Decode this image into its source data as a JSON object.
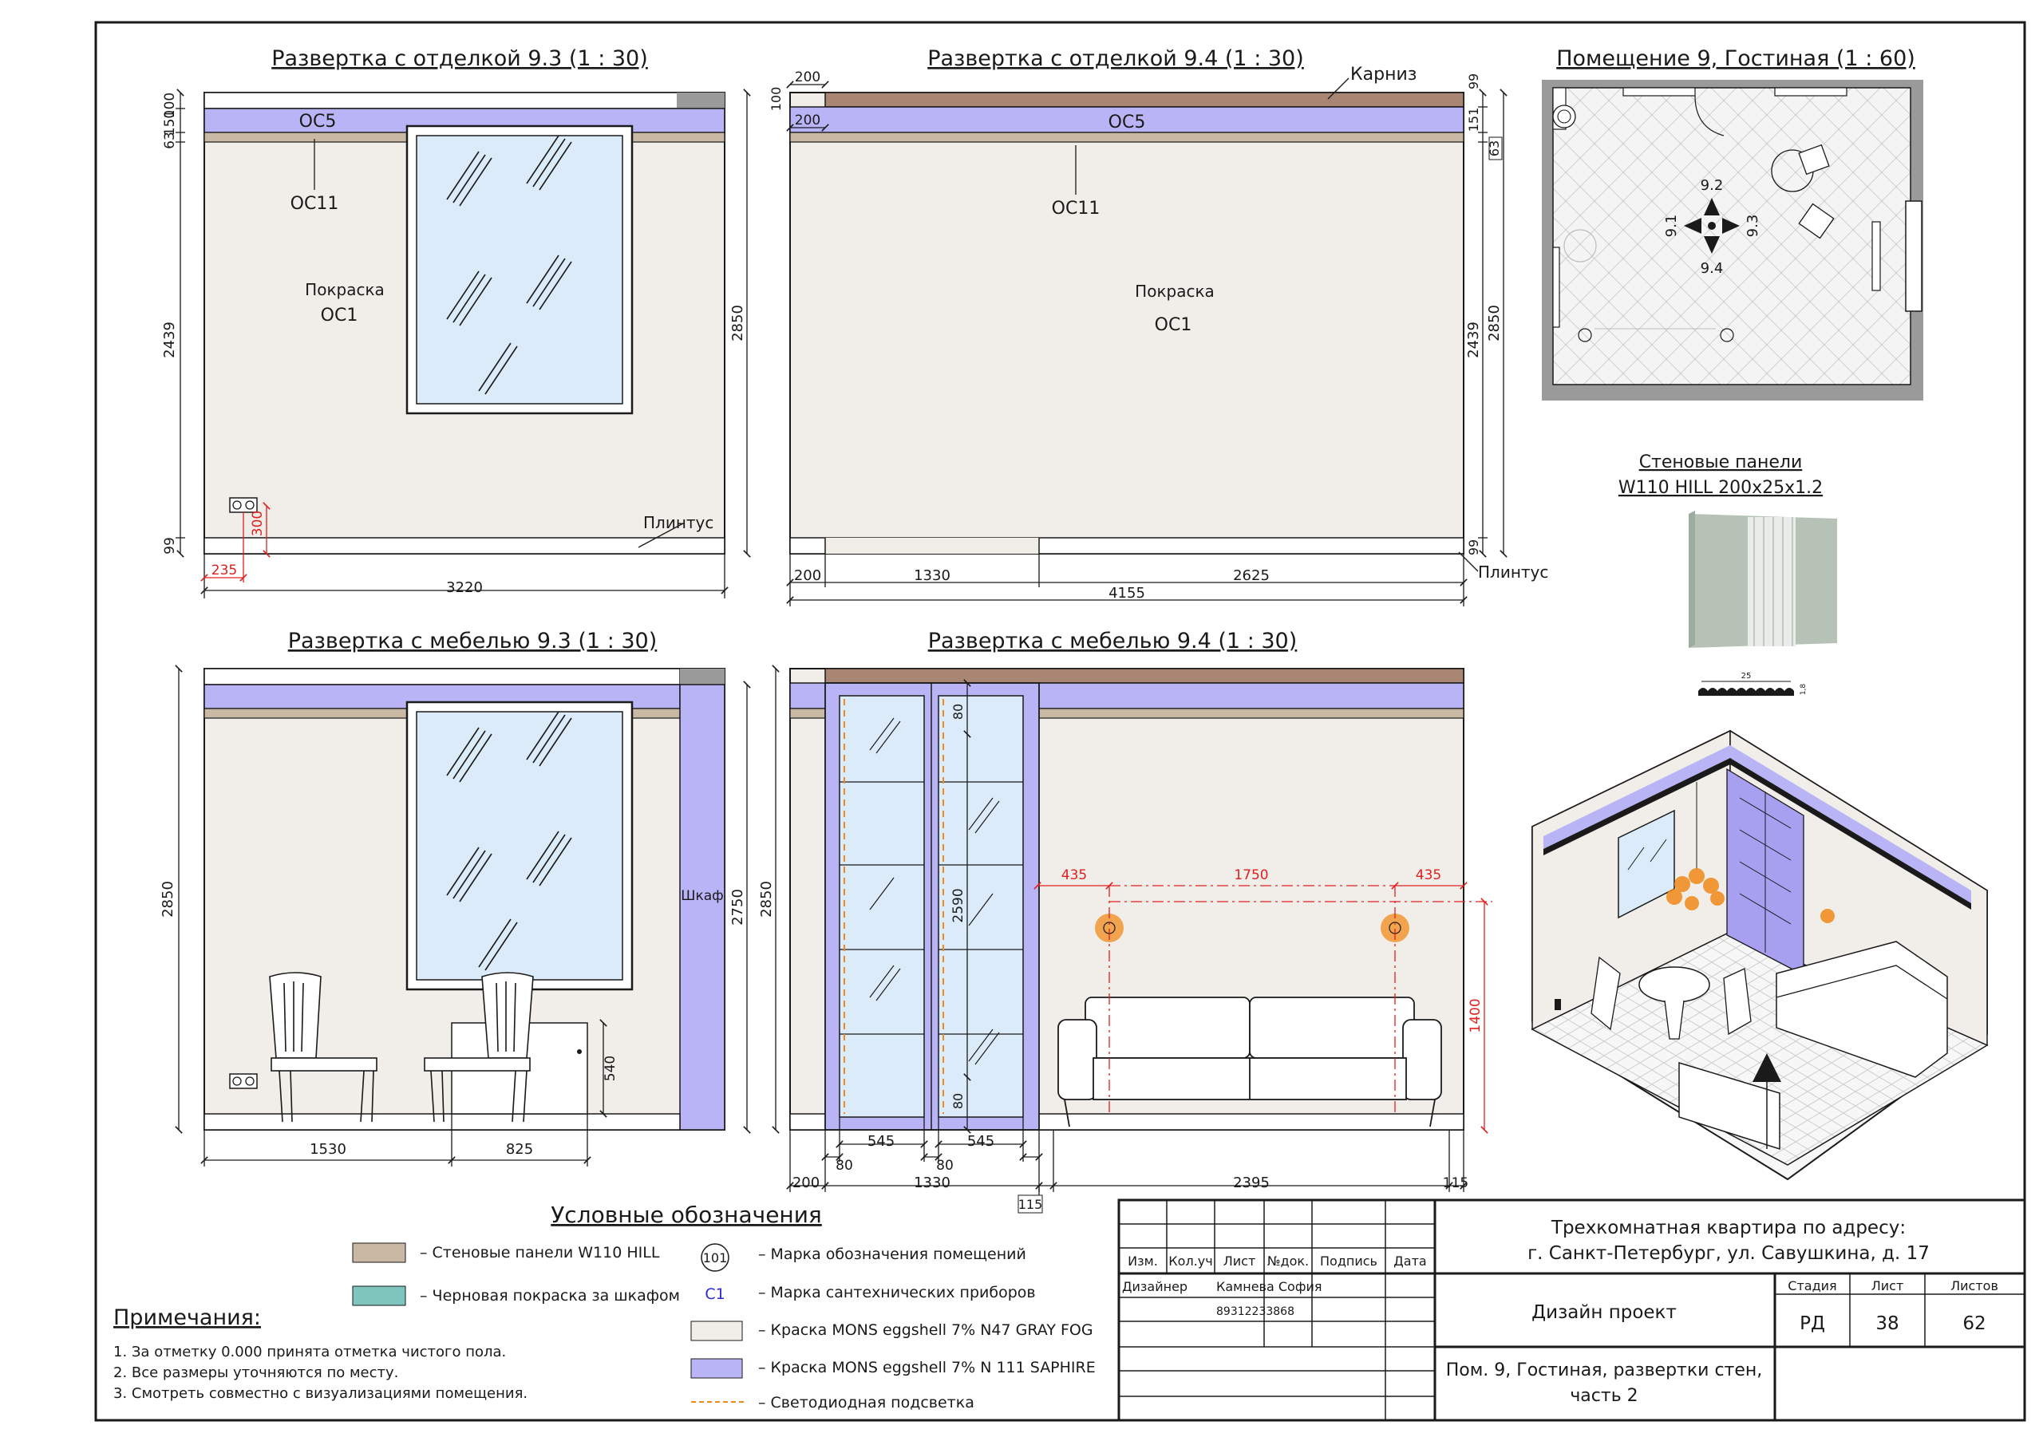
{
  "colors": {
    "wall": "#f1eee9",
    "lilac": "#b9b4f5",
    "lilac_dark": "#a79ff0",
    "panel": "#c9b8a3",
    "cornice": "#a98674",
    "black_paint": "#7ec5bd",
    "glass": "#dcebf9",
    "red_dim": "#e02020",
    "led": "#f08a1a",
    "plan_bg": "#e3e3e3"
  },
  "views": {
    "v1": {
      "title": "Развертка с отделкой 9.3 (1 : 30)",
      "label_oc5": "ОС5",
      "label_oc11": "ОС11",
      "label_paint": "Покраска",
      "label_oc1": "ОС1",
      "label_plinth": "Плинтус",
      "dims": {
        "total": "3220",
        "height": "2850",
        "h2439": "2439",
        "h99": "99",
        "h63": "63",
        "h150": "150",
        "h100": "100",
        "r300": "300",
        "r235": "235"
      }
    },
    "v2": {
      "title": "Развертка с отделкой 9.4 (1 : 30)",
      "label_cornice": "Карниз",
      "label_oc5": "ОС5",
      "label_oc11": "ОС11",
      "label_paint": "Покраска",
      "label_oc1": "ОС1",
      "label_plinth": "Плинтус",
      "dims": {
        "d200a": "200",
        "d200b": "200",
        "d100": "100",
        "d200": "200",
        "d1330": "1330",
        "d2625": "2625",
        "total": "4155",
        "r99": "99",
        "r151": "151",
        "r63": "63",
        "r2439": "2439",
        "r2850": "2850",
        "r99b": "99"
      }
    },
    "v3": {
      "title": "Развертка с мебелью 9.3 (1 : 30)",
      "label_cabinet": "Шкаф",
      "dims": {
        "h2850": "2850",
        "h2750": "2750",
        "h540": "540",
        "d1530": "1530",
        "d825": "825"
      }
    },
    "v4": {
      "title": "Развертка с мебелью 9.4 (1 : 30)",
      "dims": {
        "h2850": "2850",
        "v80a": "80",
        "v2590": "2590",
        "v80b": "80",
        "r435a": "435",
        "r1750": "1750",
        "r435b": "435",
        "r1400": "1400",
        "d545a": "545",
        "d545b": "545",
        "d80a": "80",
        "d80b": "80",
        "d200": "200",
        "d1330": "1330",
        "d2395": "2395",
        "d115a": "115",
        "d115b": "115"
      }
    },
    "plan": {
      "title": "Помещение 9, Гостиная (1 : 60)",
      "m92": "9.2",
      "m91": "9.1",
      "m93": "9.3",
      "m94": "9.4"
    },
    "panels": {
      "title1": "Стеновые панели",
      "title2": "W110  HILL  200х25х1.2",
      "dim25": "25",
      "dim18": "1,8"
    }
  },
  "legend": {
    "title": "Условные обозначения",
    "items": [
      {
        "text": "– Стеновые панели W110 HILL"
      },
      {
        "text": "– Черновая покраска за шкафом"
      },
      {
        "text": "– Марка обозначения помещений"
      },
      {
        "text": "– Марка сантехнических приборов"
      },
      {
        "text": "– Краска MONS eggshell 7% N47 GRAY FOG"
      },
      {
        "text": "– Краска MONS eggshell 7% N 111 SAPHIRE"
      },
      {
        "text": "– Светодиодная подсветка"
      }
    ],
    "room_mark": "101",
    "plumb_mark": "С1"
  },
  "notes": {
    "title": "Примечания:",
    "items": [
      "1.  За отметку 0.000 принята отметка чистого пола.",
      "2.  Все размеры уточняются по месту.",
      "3.  Смотреть совместно с визуализациями помещения."
    ]
  },
  "stamp": {
    "col_headers": [
      "Изм.",
      "Кол.уч",
      "Лист",
      "№док.",
      "Подпись",
      "Дата"
    ],
    "role": "Дизайнер",
    "designer": "Камнева София",
    "phone": "89312233868",
    "project_line1": "Трехкомнатная квартира по адресу:",
    "project_line2": "г. Санкт-Петербург, ул. Савушкина, д. 17",
    "doc_type": "Дизайн проект",
    "sheet_line1": "Пом. 9, Гостиная, развертки стен,",
    "sheet_line2": "часть 2",
    "stage_label": "Стадия",
    "sheet_label": "Лист",
    "sheets_label": "Листов",
    "stage": "РД",
    "sheet": "38",
    "sheets": "62"
  }
}
